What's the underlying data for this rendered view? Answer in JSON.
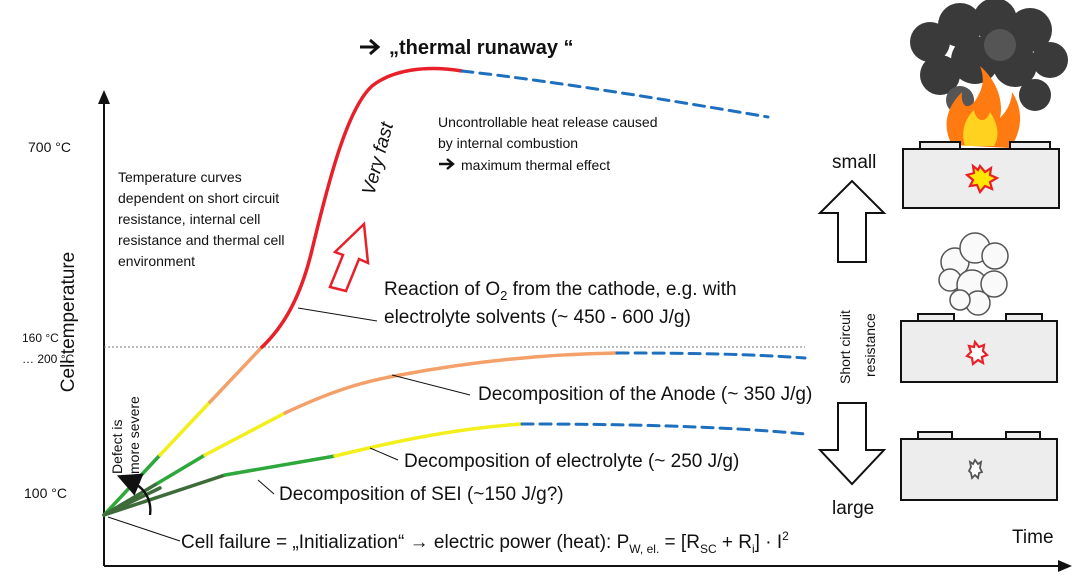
{
  "title": "„thermal runaway “",
  "y_axis_label": "Cell temperature",
  "x_axis_label": "Time",
  "temps": {
    "t700": "700 °C",
    "t160": "160 °C",
    "t200": "… 200 °C",
    "t100": "100 °C"
  },
  "notes": {
    "curves_line1": "Temperature curves",
    "curves_line2": "dependent on short circuit",
    "curves_line3": "resistance, internal cell",
    "curves_line4": "resistance and thermal cell",
    "curves_line5": "environment",
    "uncontrol_line1": "Uncontrollable heat release caused",
    "uncontrol_line2": "by internal combustion",
    "uncontrol_line3": "maximum thermal effect",
    "very_fast": "Very fast",
    "defect_line1": "Defect is",
    "defect_line2": "more severe"
  },
  "reactions": {
    "o2_a": "Reaction of O",
    "o2_sub": "2",
    "o2_b": " from the cathode, e.g. with",
    "o2_line2": "electrolyte solvents (~ 450 - 600 J/g)",
    "anode": "Decomposition of the Anode (~ 350 J/g)",
    "electrolyte": "Decomposition of electrolyte (~ 250 J/g)",
    "sei": "Decomposition of SEI (~150 J/g?)"
  },
  "formula": {
    "a": "Cell failure = „Initialization“ ",
    "b": " electric power (heat): P",
    "sub1": "W, el.",
    "c": " = [R",
    "sub2": "SC",
    "d": " + R",
    "sub3": "i",
    "e": "] · I",
    "sup": "2"
  },
  "resistance": {
    "small": "small",
    "label_line1": "Short circuit",
    "label_line2": "resistance",
    "large": "large"
  },
  "colors": {
    "red": "#e8202a",
    "orange": "#f4a06a",
    "yellow": "#f2ef1c",
    "green": "#2ea83a",
    "dark_green": "#3d6b3a",
    "blue_dash": "#1f6fbf",
    "cell_fill": "#ededed"
  }
}
